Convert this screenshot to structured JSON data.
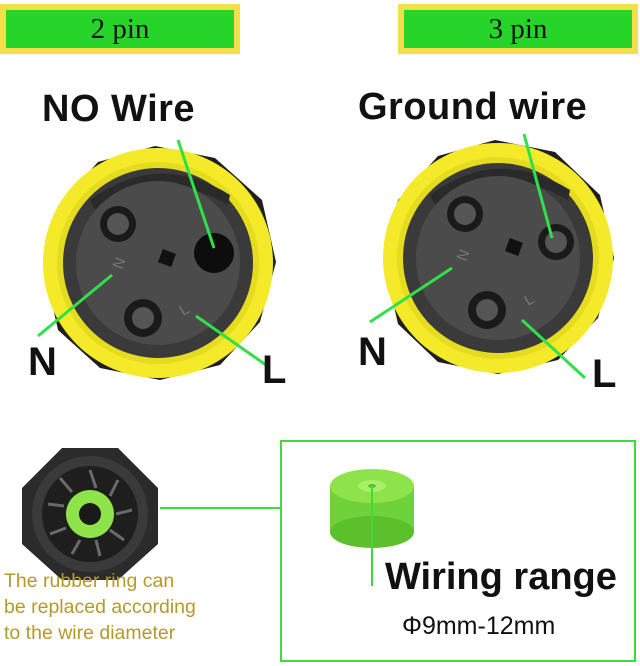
{
  "tabs": {
    "two_pin": "2 pin",
    "three_pin": "3 pin"
  },
  "left_connector": {
    "heading": "NO Wire",
    "label_n": "N",
    "label_l": "L"
  },
  "right_connector": {
    "heading": "Ground wire",
    "label_n": "N",
    "label_l": "L"
  },
  "rubber_ring": {
    "caption_lines": [
      "The rubber ring can",
      "be replaced according",
      "to the wire diameter"
    ]
  },
  "wiring_range": {
    "title": "Wiring range",
    "value": "Φ9mm-12mm"
  },
  "colors": {
    "tab_green": "#27d42a",
    "tab_border": "#f2df4a",
    "connector_yellow": "#f4ea2a",
    "pointer_green": "#2fe04a",
    "caption_gold": "#b39a2a",
    "box_green": "#3ddc3a",
    "gasket_green": "#8fe34a"
  }
}
